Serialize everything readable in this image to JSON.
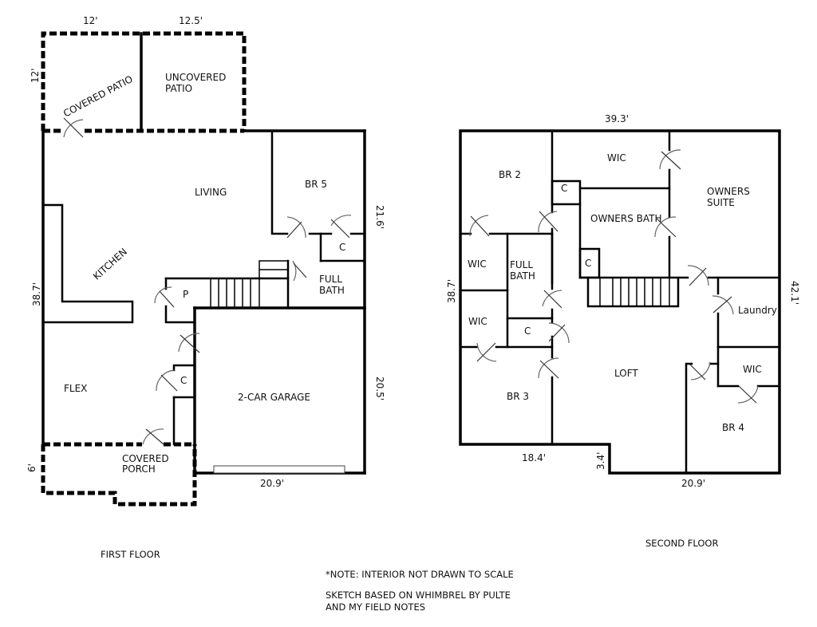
{
  "first_floor": {
    "title": "FIRST FLOOR",
    "rooms": {
      "covered_patio": "COVERED PATIO",
      "uncovered_patio_1": "UNCOVERED",
      "uncovered_patio_2": "PATIO",
      "living": "LIVING",
      "br5": "BR 5",
      "closet_br5": "C",
      "kitchen": "KITCHEN",
      "pantry": "P",
      "full_bath_1": "FULL",
      "full_bath_2": "BATH",
      "flex": "FLEX",
      "closet_flex": "C",
      "garage": "2-CAR GARAGE",
      "covered_porch_1": "COVERED",
      "covered_porch_2": "PORCH"
    },
    "dimensions": {
      "patio_width_left": "12'",
      "patio_width_right": "12.5'",
      "patio_depth": "12'",
      "overall_depth": "38.7'",
      "upper_right_depth": "21.6'",
      "garage_depth": "20.5'",
      "garage_width": "20.9'",
      "porch_depth": "6'"
    }
  },
  "second_floor": {
    "title": "SECOND FLOOR",
    "rooms": {
      "br2": "BR 2",
      "wic_top": "WIC",
      "closet_top": "C",
      "owners_suite_1": "OWNERS",
      "owners_suite_2": "SUITE",
      "owners_bath": "OWNERS BATH",
      "closet_owners": "C",
      "wic_left_upper": "WIC",
      "full_bath_1": "FULL",
      "full_bath_2": "BATH",
      "wic_left_lower": "WIC",
      "closet_hall": "C",
      "laundry": "Laundry",
      "wic_br4": "WIC",
      "loft": "LOFT",
      "br3": "BR 3",
      "br4": "BR 4"
    },
    "dimensions": {
      "overall_width": "39.3'",
      "left_depth": "38.7'",
      "right_depth": "42.1'",
      "bottom_left_width": "18.4'",
      "step_depth": "3.4'",
      "bottom_right_width": "20.9'"
    }
  },
  "notes": {
    "scale_note": "*NOTE: INTERIOR NOT DRAWN TO SCALE",
    "source_line_1": "SKETCH BASED ON WHIMBREL BY PULTE",
    "source_line_2": "AND MY FIELD NOTES"
  }
}
